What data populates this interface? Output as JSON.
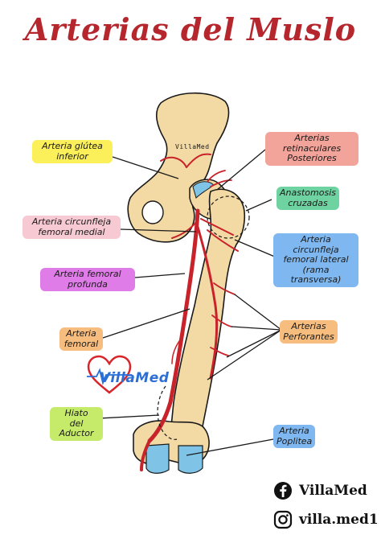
{
  "title": "Arterias del Muslo",
  "labels": {
    "glutea_inferior": [
      "Arteria glútea",
      "inferior"
    ],
    "circunfleja_medial": [
      "Arteria circunfleja",
      "femoral medial"
    ],
    "femoral_profunda": [
      "Arteria femoral",
      "profunda"
    ],
    "femoral": [
      "Arteria",
      "femoral"
    ],
    "hiato_aductor": [
      "Hiato",
      "del Aductor"
    ],
    "retinaculares": [
      "Arterias retinaculares",
      "Posteriores"
    ],
    "anastomosis": [
      "Anastomosis",
      "cruzadas"
    ],
    "circunfleja_lateral": [
      "Arteria circunfleja",
      "femoral lateral",
      "(rama transversa)"
    ],
    "perforantes": [
      "Arterias",
      "Perforantes"
    ],
    "poplitea": [
      "Arteria",
      "Poplitea"
    ]
  },
  "watermark": "VillaMed",
  "brand_logo": "VillaMed",
  "social": {
    "facebook": "VillaMed",
    "instagram": "villa.med1"
  },
  "colors": {
    "title": "#b5262d",
    "artery": "#c8232b",
    "bone": "#f3d9a4",
    "cartilage": "#7fc3e6",
    "brand": "#2b6fd6",
    "heart": "#d9252a"
  },
  "icons": [
    "facebook-icon",
    "instagram-icon",
    "heart-logo-icon"
  ]
}
